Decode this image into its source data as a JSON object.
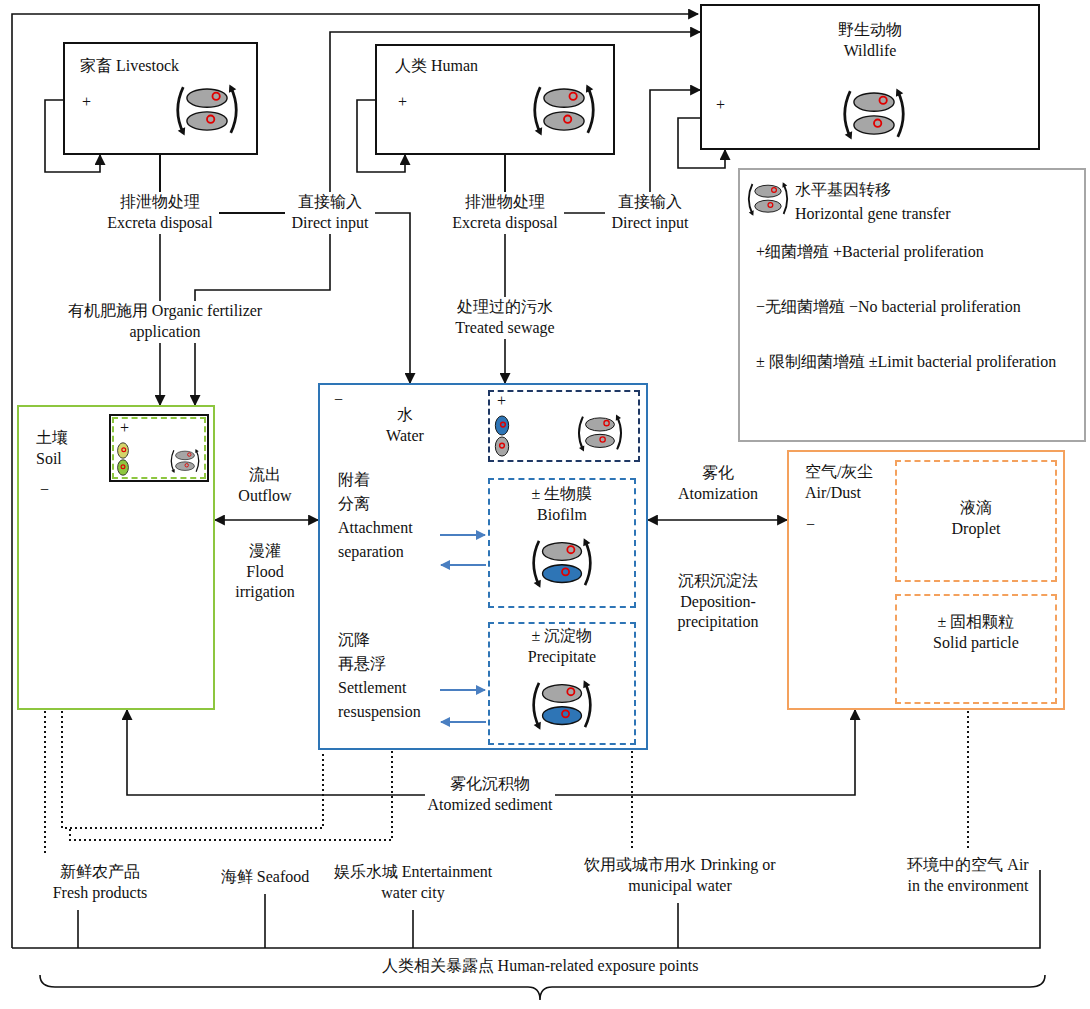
{
  "diagram": {
    "nodes": [
      {
        "text": [
          "家畜 Livestock",
          "+"
        ]
      },
      {
        "text": [
          "人类 Human",
          "+"
        ]
      },
      {
        "text": [
          "野生动物 Wildlife",
          "+"
        ]
      },
      {
        "text": [
          "土壤 Soil",
          "−"
        ]
      },
      {
        "text": [
          "+"
        ],
        "in": 3
      },
      {
        "text": [
          "−",
          "水 Water",
          "附着 分离 Attachment separation",
          "沉降 再悬浮 Settlement resuspension"
        ]
      },
      {
        "text": [
          "+"
        ],
        "in": 5
      },
      {
        "text": [
          "± 生物膜 Biofilm"
        ],
        "in": 5
      },
      {
        "text": [
          "± 沉淀物 Precipitate"
        ],
        "in": 5
      },
      {
        "text": [
          "空气/灰尘 Air/Dust",
          "−"
        ]
      },
      {
        "text": [
          "液滴 Droplet"
        ],
        "in": 9
      },
      {
        "text": [
          "± 固相颗粒 Solid particle"
        ],
        "in": 9
      }
    ],
    "edges": [
      {
        "from": 0,
        "to": 0,
        "arrow": "to"
      },
      {
        "from": 1,
        "to": 1,
        "arrow": "to"
      },
      {
        "from": 2,
        "to": 2,
        "arrow": "to"
      },
      {
        "from": 0,
        "to": 3,
        "label": "有机肥施用 Organic fertilizer application",
        "arrow": "to"
      },
      {
        "from": 0,
        "to": 3,
        "arrow": "to"
      },
      {
        "from": 0,
        "to": 5,
        "arrow": "to"
      },
      {
        "from": 0,
        "to": 2,
        "arrow": "to"
      },
      {
        "from": 1,
        "to": 5,
        "label": "处理过的污水 Treated sewage",
        "arrow": "to"
      },
      {
        "from": 1,
        "to": 2,
        "arrow": "to"
      },
      {
        "from": 3,
        "to": 5,
        "label": "流出 Outflow",
        "arrow": "both"
      },
      {
        "from": 5,
        "to": 9,
        "label": "雾化 Atomization",
        "arrow": "both"
      },
      {
        "from": 9,
        "to": 3,
        "label": "雾化沉积物 Atomized sediment",
        "arrow": "both"
      }
    ],
    "labels": [
      "排泄物处理 Excreta disposal",
      "直接输入 Direct input",
      "排泄物处理 Excreta disposal",
      "直接输入 Direct input",
      "漫灌 Flood irrigation",
      "沉积沉淀法 Deposition-precipitation",
      "新鲜农产品 Fresh products",
      "海鲜 Seafood",
      "娱乐水城 Entertainment water city",
      "饮用或城市用水 Drinking or municipal water",
      "环境中的空气 Air in the environment",
      "人类相关暴露点 Human-related exposure points"
    ],
    "legend": [
      {
        "text": "水平基因转移 Horizontal gene transfer"
      },
      {
        "text": "+细菌增殖 +Bacterial proliferation"
      },
      {
        "text": "−无细菌增殖 −No bacterial proliferation"
      },
      {
        "text": "± 限制细菌增殖 ±Limit bacterial proliferation"
      }
    ]
  }
}
